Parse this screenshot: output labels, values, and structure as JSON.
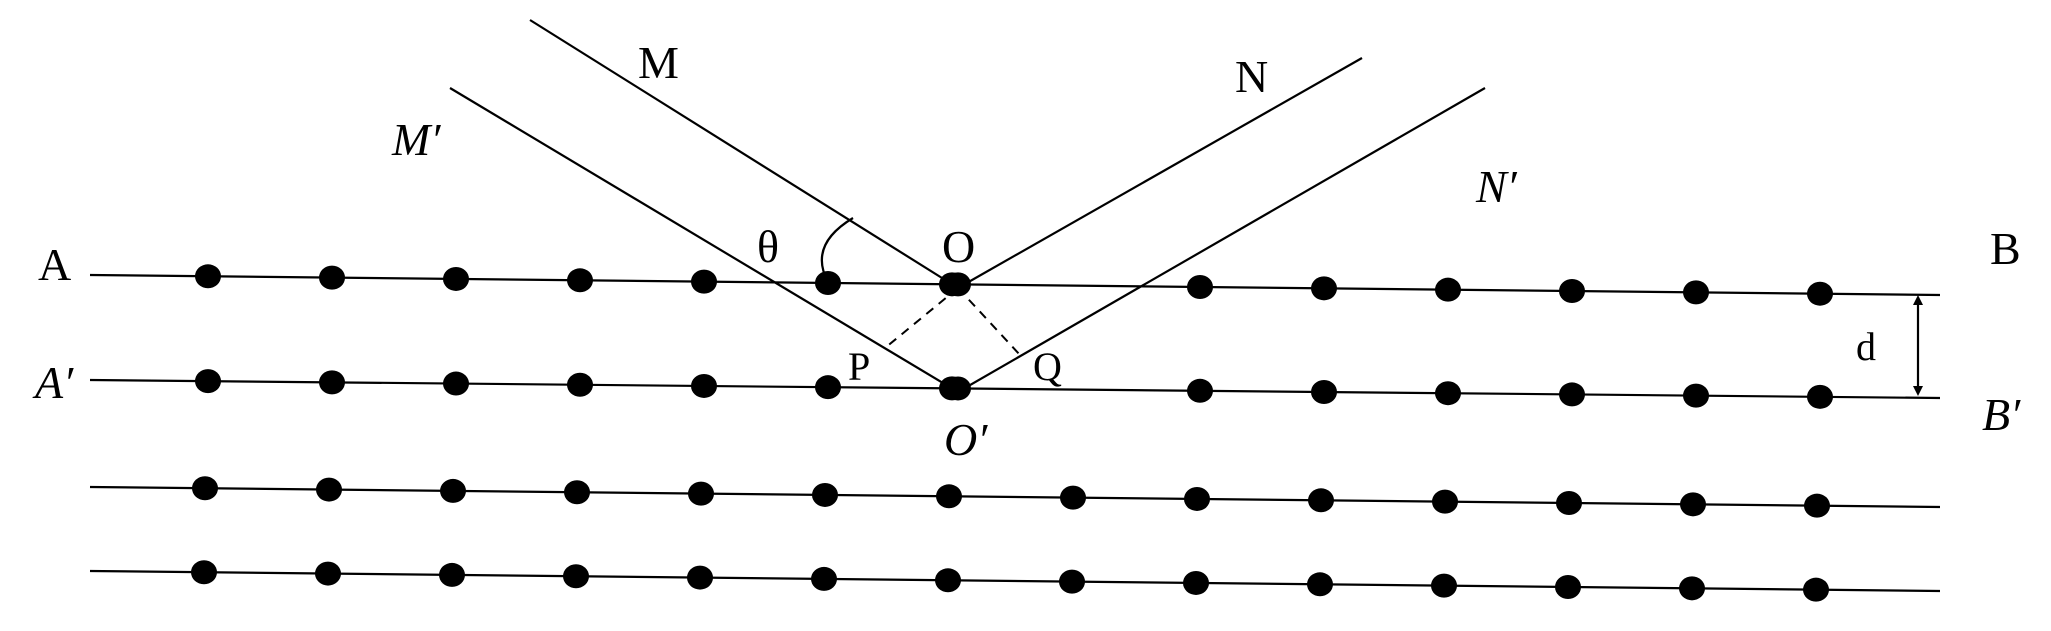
{
  "labels": {
    "M": "M",
    "M_prime": "M′",
    "N": "N",
    "N_prime": "N′",
    "A": "A",
    "A_prime": "A′",
    "B": "B",
    "B_prime": "B′",
    "O": "O",
    "O_prime": "O′",
    "P": "P",
    "Q": "Q",
    "theta": "θ",
    "d": "d"
  },
  "lattice": {
    "rows": 4,
    "atoms_per_row": 14
  },
  "colors": {
    "ink": "#000000",
    "background": "#ffffff"
  }
}
